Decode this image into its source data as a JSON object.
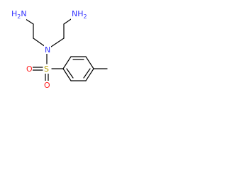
{
  "molecule": {
    "atoms": {
      "nh2_left": {
        "symbol": "H",
        "subscript": "2",
        "prefix": "N"
      },
      "nh2_right": {
        "symbol": "H",
        "subscript": "2",
        "prefix": "N"
      },
      "n_center": {
        "symbol": "N"
      },
      "s_center": {
        "symbol": "S"
      },
      "o_top": {
        "symbol": "O"
      },
      "o_bottom": {
        "symbol": "O"
      }
    },
    "colors": {
      "nitrogen": "#3333ff",
      "oxygen": "#ff2020",
      "sulfur": "#b8a000",
      "bond": "#000000"
    }
  }
}
